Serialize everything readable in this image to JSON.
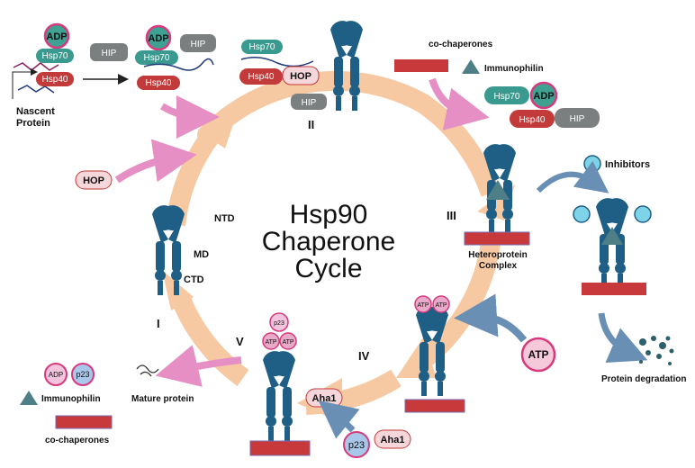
{
  "title": {
    "line1": "Hsp90",
    "line2": "Chaperone",
    "line3": "Cycle"
  },
  "stages": {
    "I": "I",
    "II": "II",
    "III": "III",
    "IV": "IV",
    "V": "V"
  },
  "labels": {
    "nascent_protein": [
      "Nascent",
      "Protein"
    ],
    "co_chaperones": "co-chaperones",
    "immunophilin": "Immunophilin",
    "inhibitors": "Inhibitors",
    "heteroprotein_complex": [
      "Heteroprotein",
      "Complex"
    ],
    "protein_degradation": "Protein degradation",
    "mature_protein": "Mature protein",
    "ntd": "NTD",
    "md": "MD",
    "ctd": "CTD"
  },
  "molecules": {
    "adp": "ADP",
    "atp": "ATP",
    "hsp70": "Hsp70",
    "hsp40": "Hsp40",
    "hip": "HIP",
    "hop": "HOP",
    "p23": "p23",
    "aha1": "Aha1"
  },
  "colors": {
    "hsp90": "#1f5f86",
    "arrow_cycle": "#f6c9a3",
    "arrow_pink": "#e58fc4",
    "arrow_blue": "#6a8fb5",
    "hsp70": "#3a9a8f",
    "hsp40": "#c23a3a",
    "hip": "#7c7f80",
    "hop": "#f5d6da",
    "adp": "#3fa192",
    "atp_ring": "#d63a7d",
    "cochaperone_bar": "#c7393a",
    "immunophilin": "#4f7f86"
  }
}
